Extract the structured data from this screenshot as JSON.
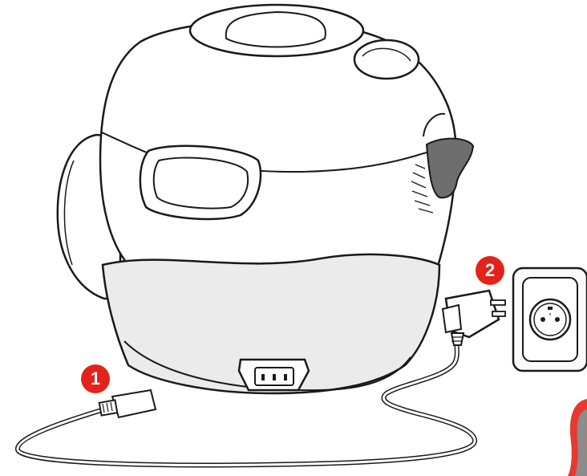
{
  "steps": [
    {
      "number": "1"
    },
    {
      "number": "2"
    }
  ],
  "colors": {
    "badge": "#e2231a",
    "outline": "#1a1a1a",
    "base_fill": "#ebebeb",
    "body_fill": "#ffffff",
    "wall": "#fafafa",
    "valve": "#6e6e6e",
    "corner_accent_red": "#e63a2e",
    "corner_accent_gray": "#8c8c8c"
  },
  "icons": [
    "appliance-illustration",
    "power-cord-icon",
    "wall-socket-icon",
    "plug-icon"
  ]
}
